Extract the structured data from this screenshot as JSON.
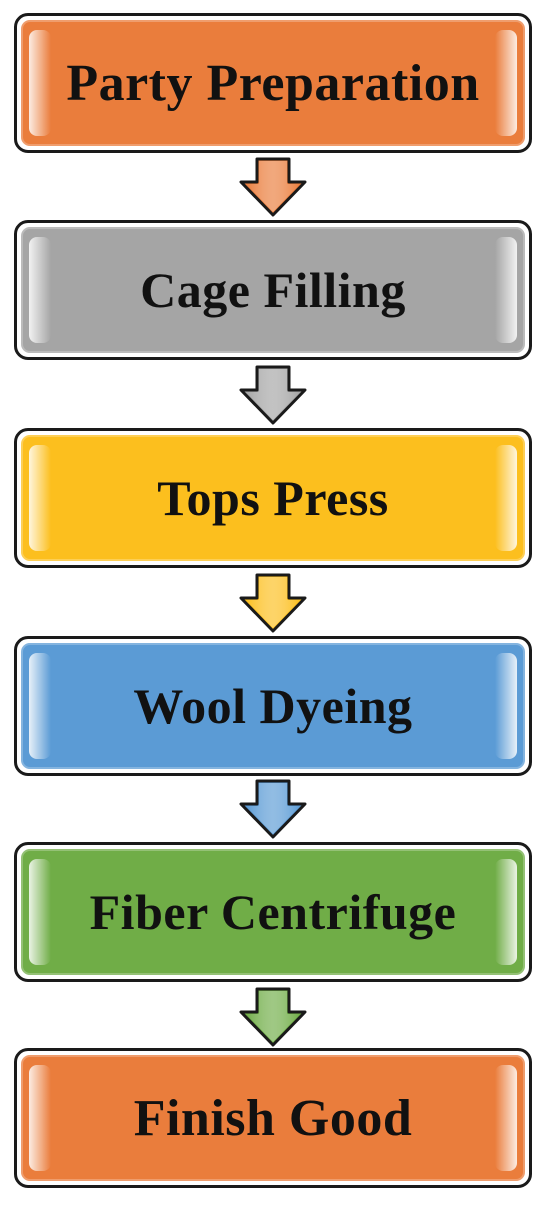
{
  "steps": [
    {
      "label": "Party Preparation",
      "color": "#ea7d3c"
    },
    {
      "label": "Cage Filling",
      "color": "#a5a5a5"
    },
    {
      "label": "Tops Press",
      "color": "#fcbf1e"
    },
    {
      "label": "Wool Dyeing",
      "color": "#5b9bd5"
    },
    {
      "label": "Fiber Centrifuge",
      "color": "#70ad47"
    },
    {
      "label": "Finish Good",
      "color": "#ea7d3c"
    }
  ],
  "arrows": [
    {
      "color": "#ea7d3c"
    },
    {
      "color": "#a5a5a5"
    },
    {
      "color": "#fcbf1e"
    },
    {
      "color": "#5b9bd5"
    },
    {
      "color": "#70ad47"
    }
  ]
}
